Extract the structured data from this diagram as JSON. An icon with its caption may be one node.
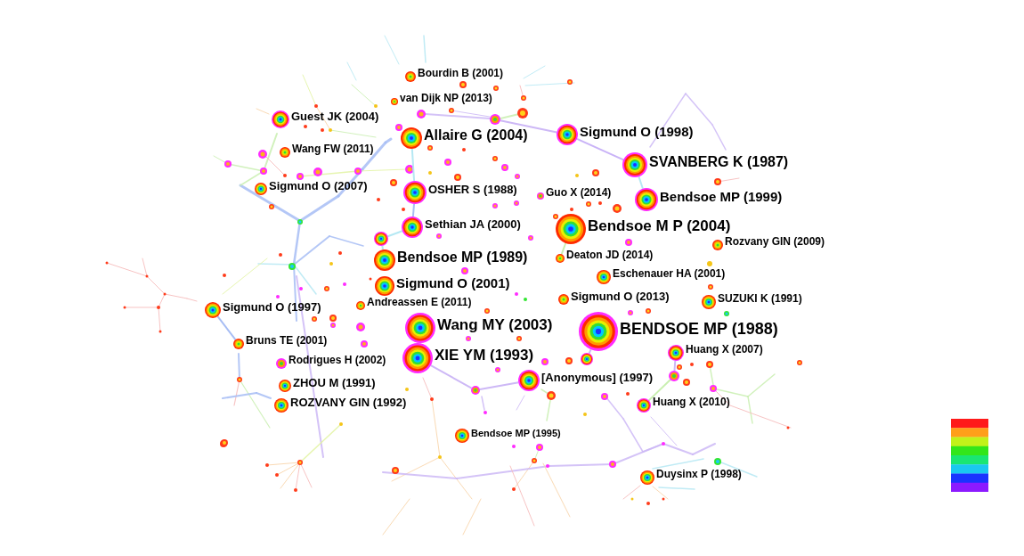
{
  "diagram": {
    "nodes": [
      {
        "text": [
          "Bourdin B (2001)"
        ]
      },
      {
        "text": [
          "van Dijk NP (2013)"
        ]
      },
      {
        "text": [
          "Guest JK (2004)"
        ]
      },
      {
        "text": [
          "Sigmund O (1998)"
        ]
      },
      {
        "text": [
          "Allaire G (2004)"
        ]
      },
      {
        "text": [
          "Wang FW (2011)"
        ]
      },
      {
        "text": [
          "SVANBERG K (1987)"
        ]
      },
      {
        "text": [
          "Sigmund O (2007)"
        ]
      },
      {
        "text": [
          "OSHER S (1988)"
        ]
      },
      {
        "text": [
          "Guo X (2014)"
        ]
      },
      {
        "text": [
          "Bendsoe MP (1999)"
        ]
      },
      {
        "text": [
          "Bendsoe M P (2004)"
        ]
      },
      {
        "text": [
          "Sethian JA (2000)"
        ]
      },
      {
        "text": [
          "Rozvany GIN (2009)"
        ]
      },
      {
        "text": [
          "Deaton JD (2014)"
        ]
      },
      {
        "text": [
          "Bendsoe MP (1989)"
        ]
      },
      {
        "text": [
          "Eschenauer HA (2001)"
        ]
      },
      {
        "text": [
          "Sigmund O (2001)"
        ]
      },
      {
        "text": [
          "Sigmund O (2013)"
        ]
      },
      {
        "text": [
          "SUZUKI K (1991)"
        ]
      },
      {
        "text": [
          "Andreassen E (2011)"
        ]
      },
      {
        "text": [
          "Sigmund O (1997)"
        ]
      },
      {
        "text": [
          "Wang MY (2003)"
        ]
      },
      {
        "text": [
          "BENDSOE MP (1988)"
        ]
      },
      {
        "text": [
          "Bruns TE (2001)"
        ]
      },
      {
        "text": [
          "Huang X (2007)"
        ]
      },
      {
        "text": [
          "XIE YM (1993)"
        ]
      },
      {
        "text": [
          "Rodrigues H (2002)"
        ]
      },
      {
        "text": [
          "[Anonymous] (1997)"
        ]
      },
      {
        "text": [
          "ZHOU M (1991)"
        ]
      },
      {
        "text": [
          "ROZVANY GIN (1992)"
        ]
      },
      {
        "text": [
          "Huang X (2010)"
        ]
      },
      {
        "text": [
          "Bendsoe MP (1995)"
        ]
      },
      {
        "text": [
          "Duysinx P (1998)"
        ]
      },
      {
        "text": [],
        "shape": "circle"
      },
      {
        "text": [],
        "shape": "circle"
      },
      {
        "text": [],
        "shape": "circle"
      },
      {
        "text": [],
        "shape": "circle"
      },
      {
        "text": [],
        "shape": "circle"
      }
    ],
    "edges": [
      {
        "from": 3,
        "to": 6,
        "arrow": "none",
        "color": "#c9b3f7"
      },
      {
        "from": 6,
        "to": 10,
        "arrow": "none",
        "color": "#b5e8f3"
      },
      {
        "from": 21,
        "to": 24,
        "arrow": "none",
        "color": "#a7bdf4"
      },
      {
        "from": 4,
        "to": 8,
        "arrow": "none",
        "color": "#b5e8f3"
      },
      {
        "from": 8,
        "to": 12,
        "arrow": "none",
        "color": "#a7bdf4"
      },
      {
        "from": 34,
        "to": 3,
        "arrow": "none",
        "color": "#cdb8f6"
      },
      {
        "from": 12,
        "to": 35,
        "arrow": "none",
        "color": "#b5e8f3"
      },
      {
        "from": 35,
        "to": 15,
        "arrow": "none",
        "color": "#b5e8f3"
      },
      {
        "from": 11,
        "to": 14,
        "arrow": "none",
        "color": "#c9efb0"
      },
      {
        "from": 23,
        "to": 36,
        "arrow": "none",
        "color": "#cdb8f6"
      },
      {
        "from": 25,
        "to": 37,
        "arrow": "none",
        "color": "#cdb8f6"
      },
      {
        "from": 37,
        "to": 31,
        "arrow": "none",
        "color": "#c9efb0"
      },
      {
        "from": 26,
        "to": 38,
        "arrow": "none",
        "color": "#cdb8f6"
      },
      {
        "from": 38,
        "to": 28,
        "arrow": "none",
        "color": "#cdb8f6"
      }
    ]
  }
}
